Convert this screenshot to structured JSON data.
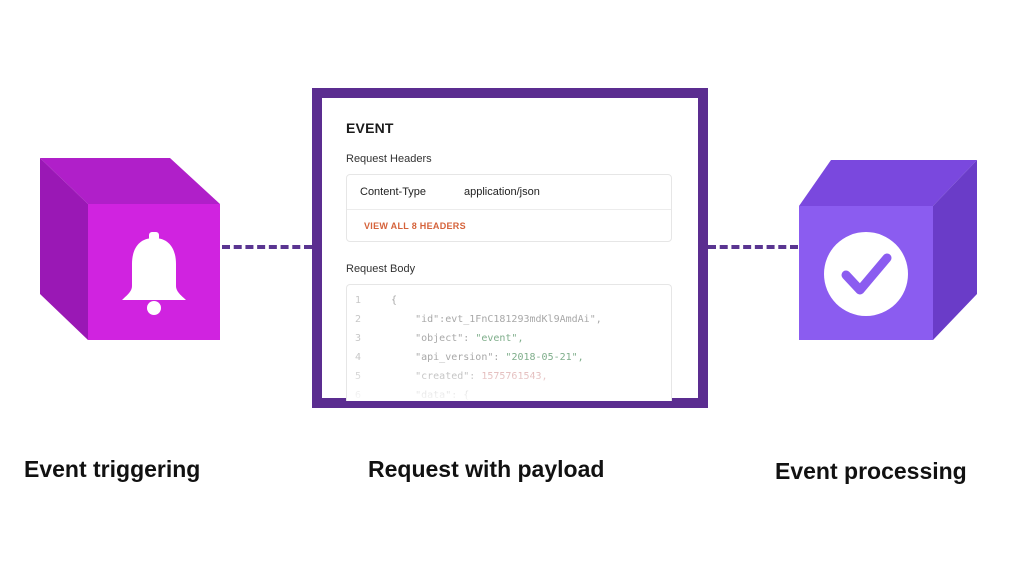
{
  "captions": {
    "left": "Event triggering",
    "center": "Request with payload",
    "right": "Event processing"
  },
  "event_panel": {
    "title": "EVENT",
    "request_headers_label": "Request Headers",
    "header_key": "Content-Type",
    "header_value": "application/json",
    "view_all_label": "VIEW ALL 8 HEADERS",
    "request_body_label": "Request Body",
    "code_lines": [
      {
        "n": "1",
        "indent": "",
        "key": "{",
        "sep": "",
        "val": "",
        "val_type": "plain"
      },
      {
        "n": "2",
        "indent": "    ",
        "key": "\"id\":",
        "sep": "",
        "val": "evt_1FnC181293mdKl9AmdAi\",",
        "val_type": "plain"
      },
      {
        "n": "3",
        "indent": "    ",
        "key": "\"object\"",
        "sep": ": ",
        "val": "\"event\",",
        "val_type": "str"
      },
      {
        "n": "4",
        "indent": "    ",
        "key": "\"api_version\"",
        "sep": ": ",
        "val": "\"2018-05-21\",",
        "val_type": "str"
      },
      {
        "n": "5",
        "indent": "    ",
        "key": "\"created\"",
        "sep": ": ",
        "val": "1575761543,",
        "val_type": "num"
      },
      {
        "n": "6",
        "indent": "    ",
        "key": "\"data\"",
        "sep": ": ",
        "val": "{",
        "val_type": "plain"
      }
    ]
  },
  "icons": {
    "left_cube": "bell-icon",
    "right_cube": "check-circle-icon"
  },
  "colors": {
    "left_cube_front": "#d023e0",
    "left_cube_top": "#b01fc9",
    "left_cube_side": "#9a18b5",
    "right_cube_front": "#8b5cf0",
    "right_cube_top": "#7a48de",
    "right_cube_side": "#6a3cc8",
    "panel_border": "#5b2d90",
    "connector": "#5a3591",
    "view_all": "#d5623a"
  }
}
